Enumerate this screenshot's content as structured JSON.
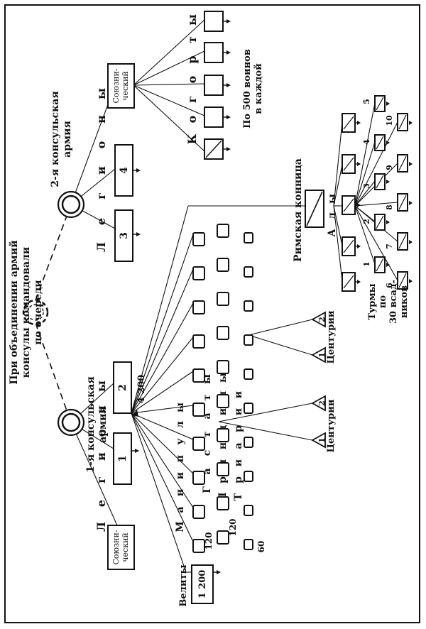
{
  "top_title": [
    "При объединении армий",
    "консулы командовали",
    "по очереди"
  ],
  "army1": {
    "label": [
      "1-я консульская",
      "армия"
    ]
  },
  "army2": {
    "label": [
      "2-я консульская",
      "армия"
    ]
  },
  "legions_a": {
    "letters": [
      "Л",
      "е",
      "г",
      "и",
      "о",
      "н",
      "ы"
    ]
  },
  "legions_b": {
    "letters": [
      "Л",
      "е",
      "г",
      "и",
      "о",
      "н",
      "ы"
    ]
  },
  "legion_numbers": [
    "1",
    "2",
    "3",
    "4"
  ],
  "ally_box": [
    "Союзни-",
    "ческий"
  ],
  "cohorts": {
    "letters": [
      "К",
      "о",
      "г",
      "о",
      "р",
      "т",
      "ы"
    ],
    "note": [
      "По 500 воинов",
      "в каждой"
    ]
  },
  "legion_strength": "4 200",
  "velites": {
    "label": "Велиты",
    "value": "1 200"
  },
  "maniples": {
    "letters": [
      "М",
      "а",
      "н",
      "и",
      "п",
      "у",
      "л",
      "ы"
    ]
  },
  "gastati": {
    "letters": [
      "Г",
      "а",
      "с",
      "т",
      "а",
      "т",
      "ы"
    ],
    "count": "120"
  },
  "principes": {
    "letters": [
      "П",
      "р",
      "и",
      "н",
      "ц",
      "и",
      "п",
      "ы"
    ],
    "count": "120"
  },
  "triarii": {
    "letters": [
      "Т",
      "р",
      "и",
      "а",
      "р",
      "и",
      "и"
    ],
    "count": "60"
  },
  "centuries": {
    "label": "Центурии",
    "marks": [
      "1",
      "2"
    ]
  },
  "cavalry": {
    "label": "Римская конница",
    "alae": [
      "А",
      "л",
      "ы"
    ]
  },
  "turmae": {
    "numbers": [
      "1",
      "2",
      "3",
      "4",
      "5",
      "6",
      "7",
      "8",
      "9",
      "10"
    ],
    "label": [
      "Турмы",
      "по",
      "30 всад-",
      "ников"
    ]
  }
}
